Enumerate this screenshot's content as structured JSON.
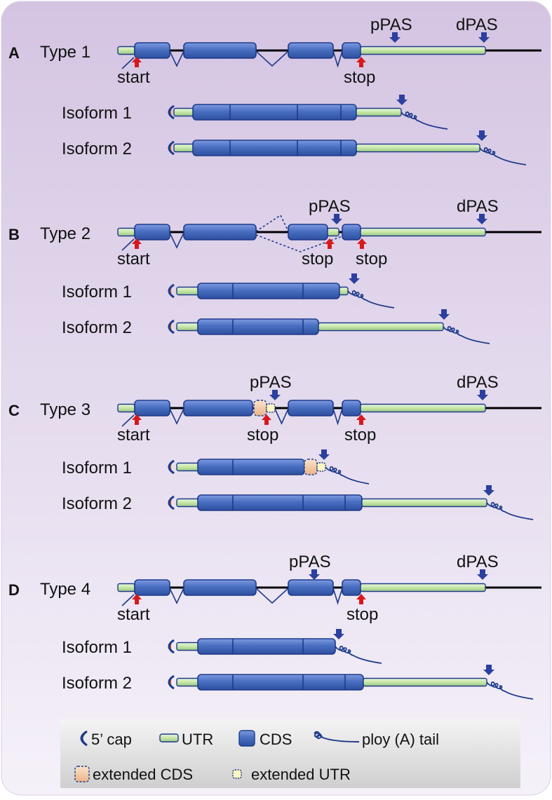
{
  "panels": [
    {
      "letter": "A",
      "type_label": "Type 1",
      "labels": {
        "ppas": "pPAS",
        "dpas": "dPAS",
        "start": "start",
        "stop1": "stop",
        "stop2": ""
      },
      "isoforms": [
        "Isoform 1",
        "Isoform 2"
      ]
    },
    {
      "letter": "B",
      "type_label": "Type 2",
      "labels": {
        "ppas": "pPAS",
        "dpas": "dPAS",
        "start": "start",
        "stop1": "stop",
        "stop2": "stop"
      },
      "isoforms": [
        "Isoform 1",
        "Isoform 2"
      ]
    },
    {
      "letter": "C",
      "type_label": "Type 3",
      "labels": {
        "ppas": "pPAS",
        "dpas": "dPAS",
        "start": "start",
        "stop1": "stop",
        "stop2": "stop"
      },
      "isoforms": [
        "Isoform 1",
        "Isoform 2"
      ]
    },
    {
      "letter": "D",
      "type_label": "Type 4",
      "labels": {
        "ppas": "pPAS",
        "dpas": "dPAS",
        "start": "start",
        "stop1": "stop",
        "stop2": ""
      },
      "isoforms": [
        "Isoform 1",
        "Isoform 2"
      ]
    }
  ],
  "legend": {
    "cap": "5’ cap",
    "utr": "UTR",
    "cds": "CDS",
    "tail": "ploy (A) tail",
    "ext_cds": "extended CDS",
    "ext_utr": "extended UTR"
  },
  "colors": {
    "background_top": "#d4c4e2",
    "background_bottom": "#f5f1f9",
    "cds_fill": "#4a6fc2",
    "cds_stroke": "#1e3a8a",
    "utr_fill": "#cde9b5",
    "pas_arrow": "#2b3f9e",
    "start_stop_arrow": "#d7191c",
    "cap": "#c8641e",
    "ext_cds_fill": "#f3c9a0"
  }
}
